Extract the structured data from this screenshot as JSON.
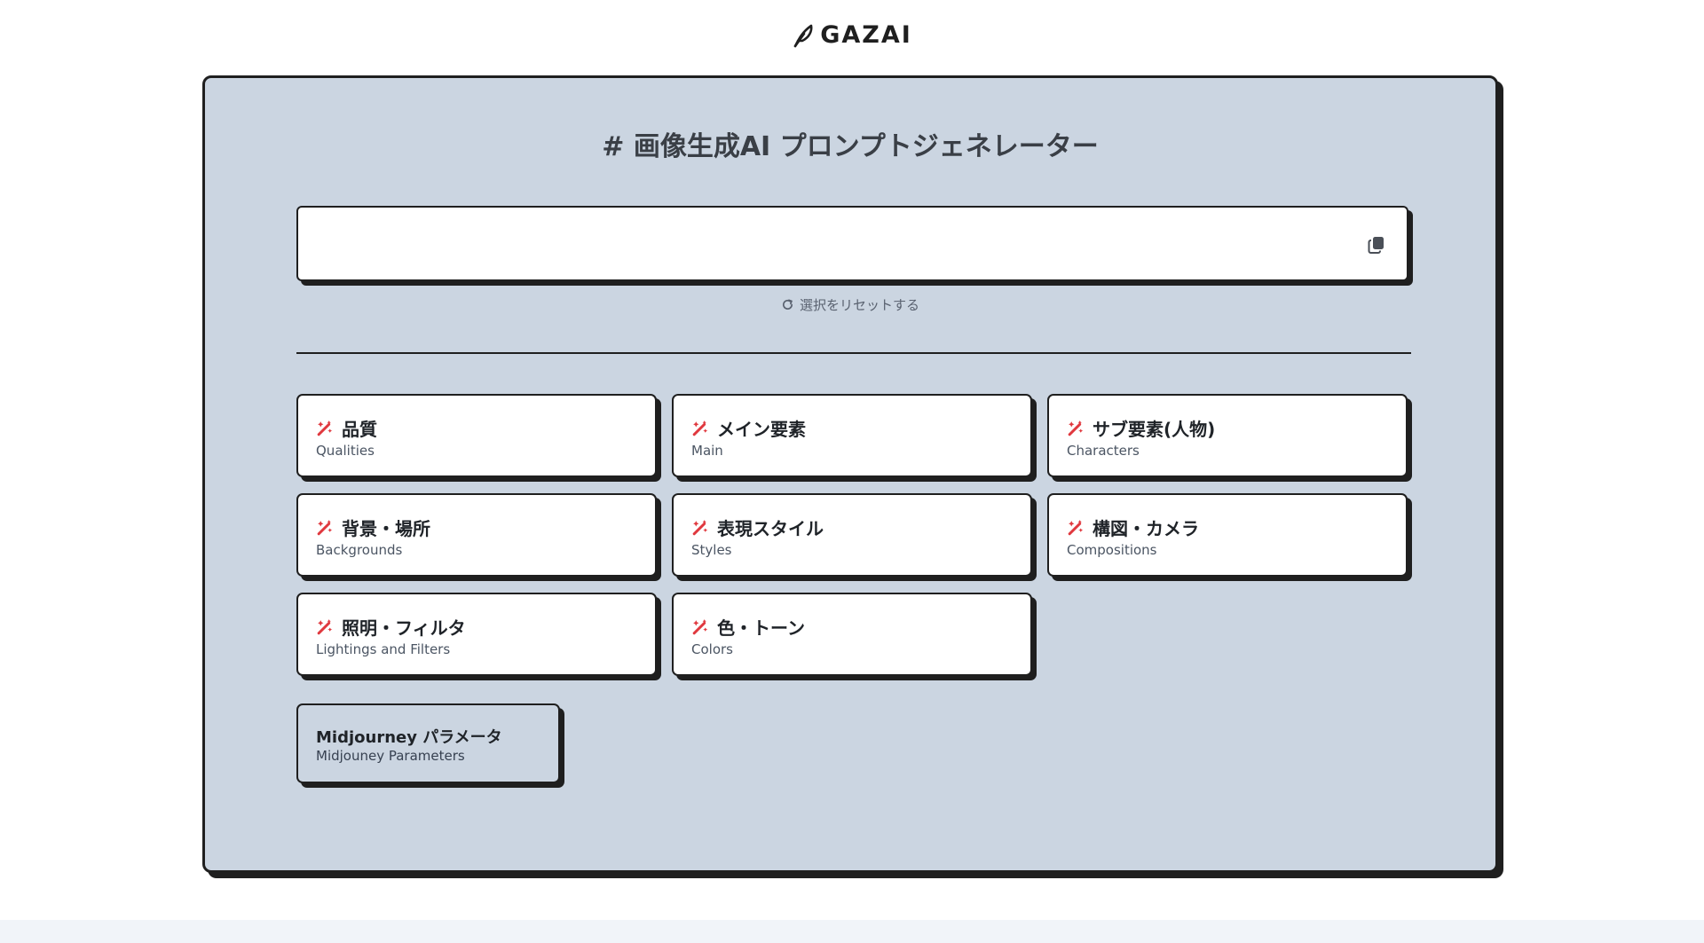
{
  "brand": {
    "name": "GAZAI",
    "icon": "feather-icon"
  },
  "panel": {
    "title": "# 画像生成AI プロンプトジェネレーター"
  },
  "prompt": {
    "value": "",
    "placeholder": "",
    "copy_icon": "copy-icon"
  },
  "reset": {
    "label": "選択をリセットする",
    "icon": "refresh-icon"
  },
  "categories": [
    {
      "title": "品質",
      "subtitle": "Qualities",
      "icon": "magic-wand-icon"
    },
    {
      "title": "メイン要素",
      "subtitle": "Main",
      "icon": "magic-wand-icon"
    },
    {
      "title": "サブ要素(人物)",
      "subtitle": "Characters",
      "icon": "magic-wand-icon"
    },
    {
      "title": "背景・場所",
      "subtitle": "Backgrounds",
      "icon": "magic-wand-icon"
    },
    {
      "title": "表現スタイル",
      "subtitle": "Styles",
      "icon": "magic-wand-icon"
    },
    {
      "title": "構図・カメラ",
      "subtitle": "Compositions",
      "icon": "magic-wand-icon"
    },
    {
      "title": "照明・フィルタ",
      "subtitle": "Lightings and Filters",
      "icon": "magic-wand-icon"
    },
    {
      "title": "色・トーン",
      "subtitle": "Colors",
      "icon": "magic-wand-icon"
    }
  ],
  "midjourney": {
    "title": "Midjourney パラメータ",
    "subtitle": "Midjouney Parameters"
  },
  "colors": {
    "panel_bg": "#cbd5e1",
    "border": "#1f1f1f",
    "accent_icon": "#e0383e",
    "footer_bg": "#f1f4f9"
  }
}
